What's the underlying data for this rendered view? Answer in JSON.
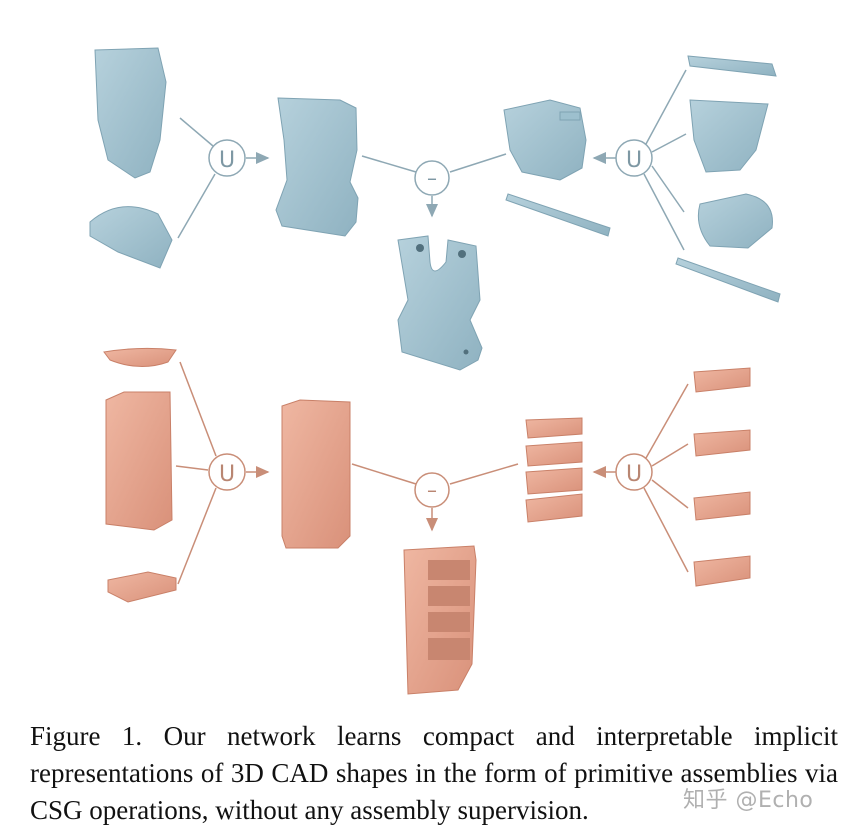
{
  "figure": {
    "operators": {
      "union": "U",
      "difference": "–"
    },
    "colors": {
      "blue_primitive": "#9dc0ce",
      "blue_dark": "#7fa3b3",
      "red_primitive": "#e4a28c",
      "red_dark": "#c98068",
      "blue_connector": "#8ea8b4",
      "red_connector": "#c98e78"
    }
  },
  "caption": {
    "text": "Figure 1. Our network learns compact and interpretable implicit representations of 3D CAD shapes in the form of primitive assemblies via CSG operations, without any assembly supervision."
  },
  "watermark": {
    "text": "知乎 @Echo"
  }
}
